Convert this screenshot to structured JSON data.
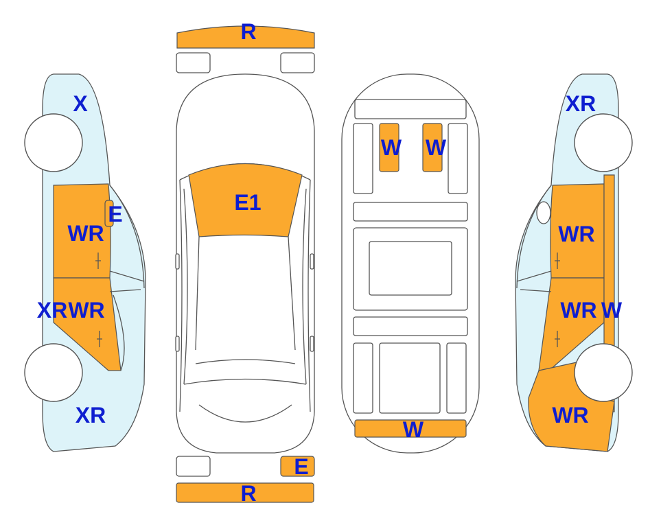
{
  "colors": {
    "damage": "#FBA92E",
    "tinted": "#DDF3F9",
    "label": "#0E1ED0",
    "outline": "#555555"
  },
  "labels": {
    "front_bumper": "R",
    "rear_bumper": "R",
    "windshield": "E1",
    "rear_light": "E",
    "left_front_fender": "X",
    "left_front_door": "WR",
    "left_mirror": "E",
    "left_sill": "XR",
    "left_rear_door": "WR",
    "left_rear_quarter": "XR",
    "int_seat_left": "W",
    "int_seat_right": "W",
    "trunk_floor": "W",
    "right_front_fender": "XR",
    "right_front_door": "WR",
    "right_rear_door": "WR",
    "right_pillar": "W",
    "right_rear_quarter": "WR"
  }
}
